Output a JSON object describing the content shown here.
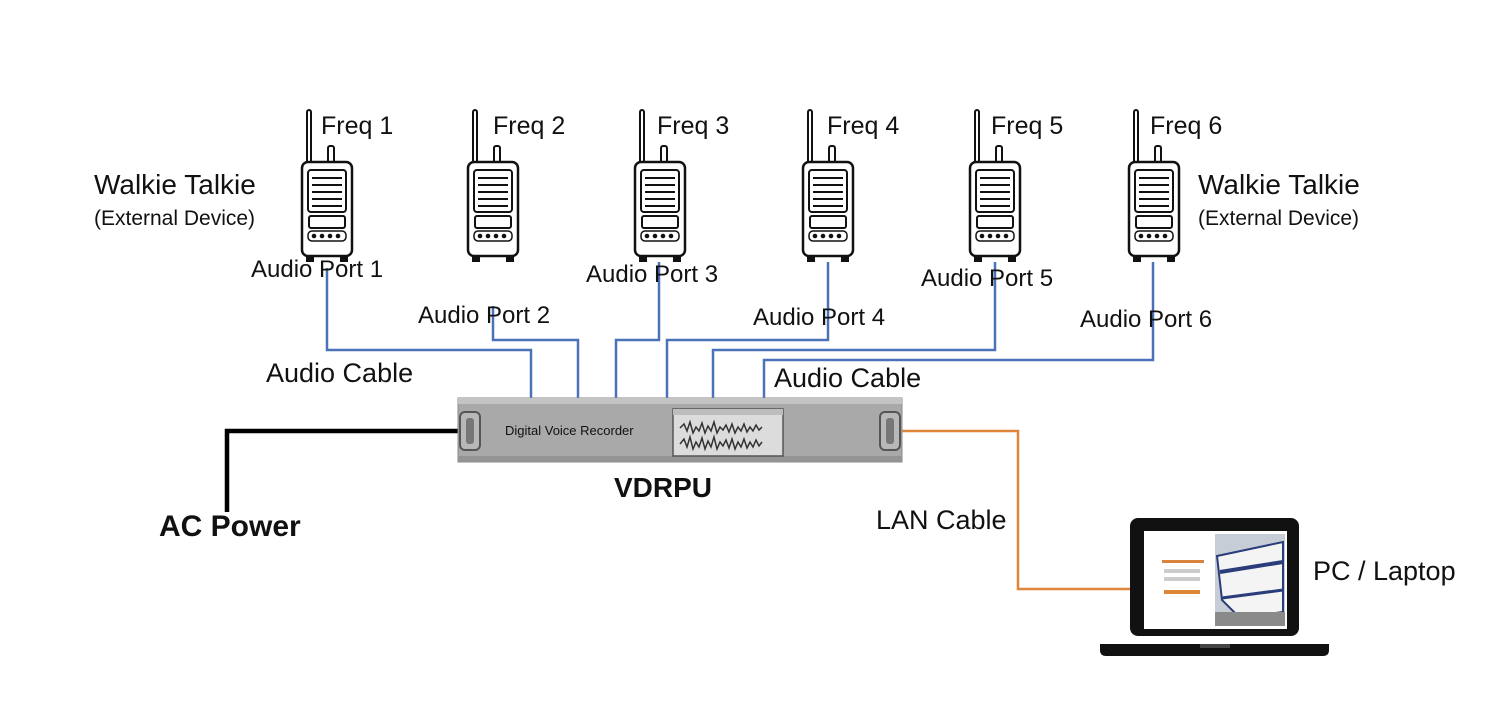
{
  "radios": [
    {
      "freq": "Freq 1",
      "port": "Audio Port 1"
    },
    {
      "freq": "Freq 2",
      "port": "Audio Port 2"
    },
    {
      "freq": "Freq 3",
      "port": "Audio Port 3"
    },
    {
      "freq": "Freq 4",
      "port": "Audio Port 4"
    },
    {
      "freq": "Freq 5",
      "port": "Audio Port 5"
    },
    {
      "freq": "Freq 6",
      "port": "Audio Port 6"
    }
  ],
  "walkie_left": {
    "title": "Walkie Talkie",
    "subtitle": "(External Device)"
  },
  "walkie_right": {
    "title": "Walkie Talkie",
    "subtitle": "(External Device)"
  },
  "cables": {
    "audio_left": "Audio Cable",
    "audio_right": "Audio Cable",
    "lan": "LAN Cable"
  },
  "recorder": {
    "panel_label": "Digital Voice Recorder",
    "name": "VDRPU"
  },
  "power": {
    "label": "AC Power"
  },
  "pc": {
    "label": "PC / Laptop"
  },
  "colors": {
    "audio_cable": "#4a72b8",
    "lan_cable": "#e0863a",
    "power_cable": "#000000",
    "recorder_body": "#a9a9a9"
  }
}
